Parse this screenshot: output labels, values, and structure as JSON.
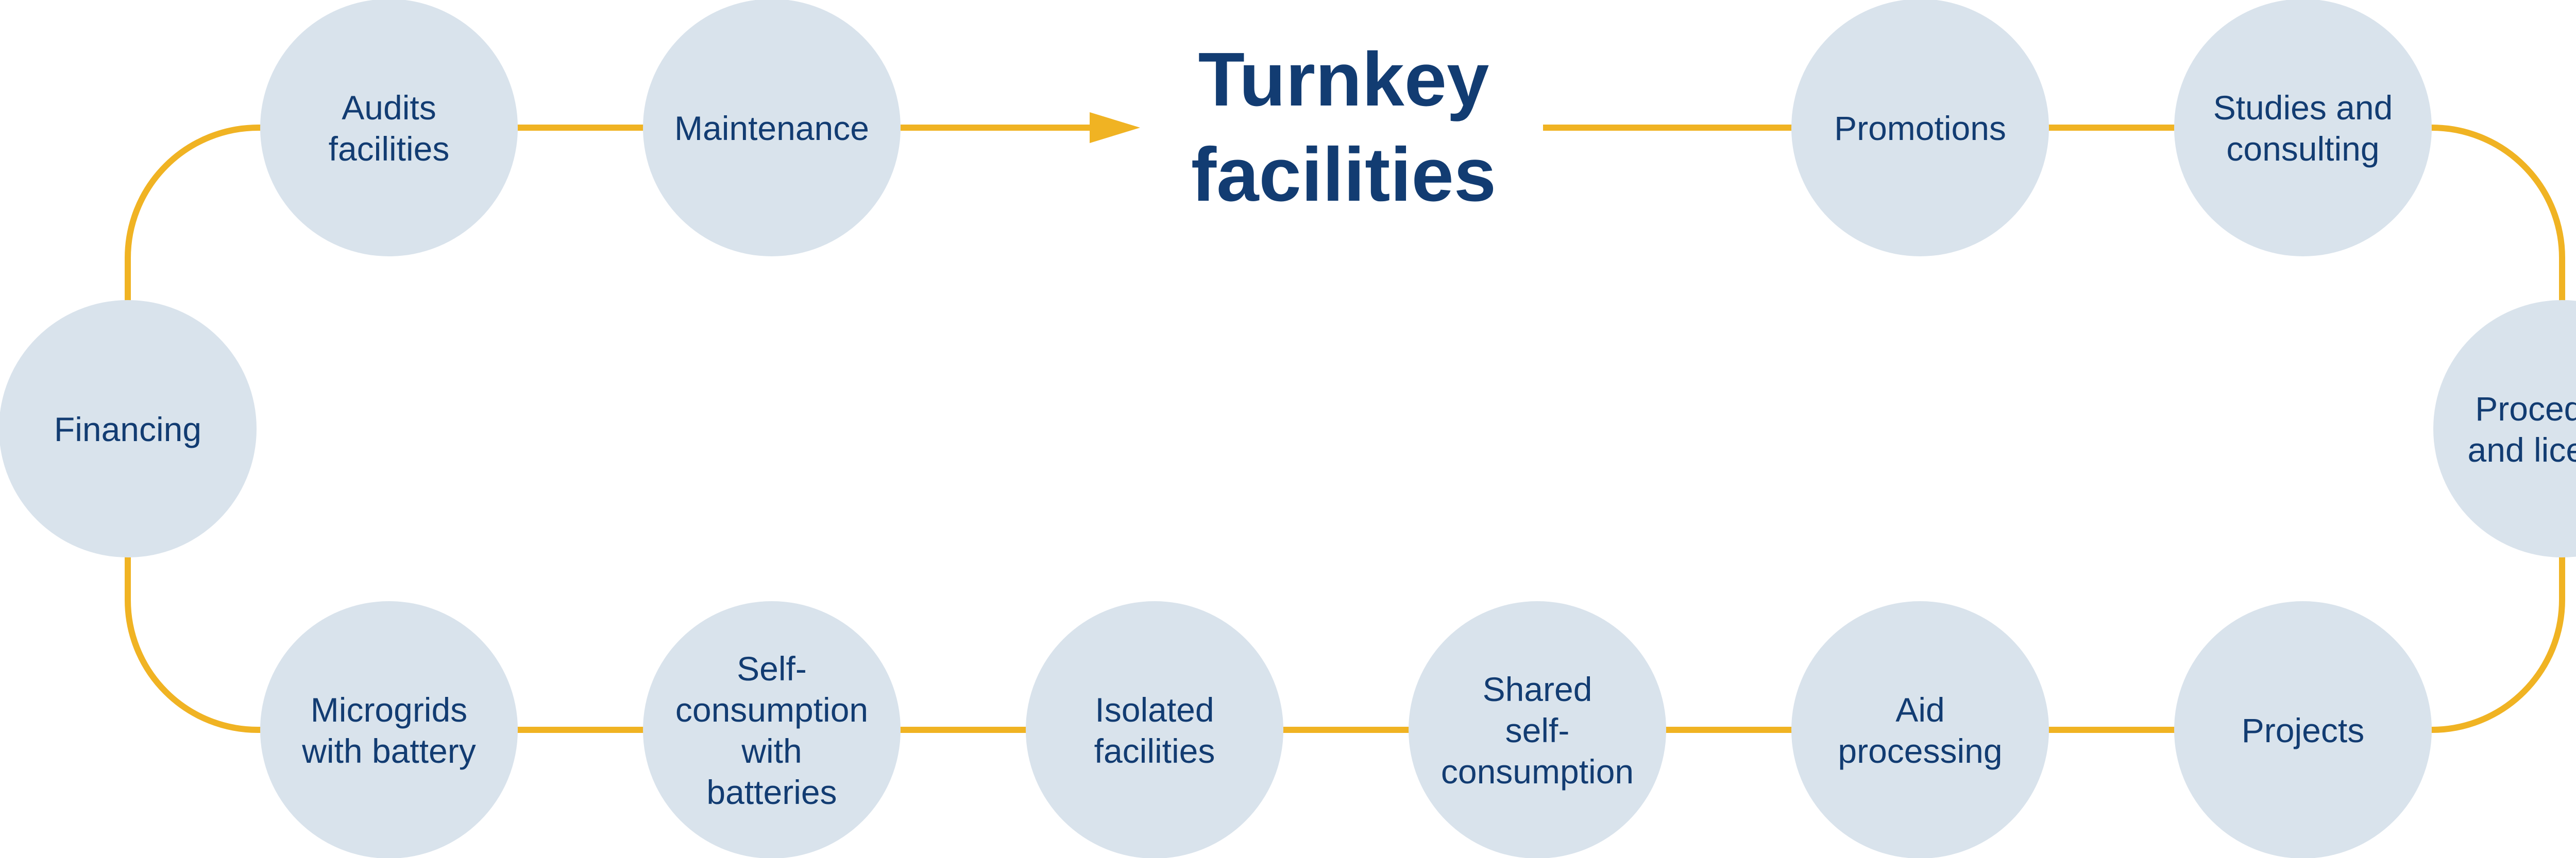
{
  "title": {
    "line1": "Turnkey",
    "line2": "facilities"
  },
  "colors": {
    "circle_fill": "#d9e3ec",
    "line": "#f0b323",
    "text": "#123c72",
    "background": "#ffffff"
  },
  "nodes": [
    {
      "id": "audits-facilities",
      "lines": [
        "Audits",
        "facilities"
      ]
    },
    {
      "id": "maintenance",
      "lines": [
        "Maintenance"
      ]
    },
    {
      "id": "promotions",
      "lines": [
        "Promotions"
      ]
    },
    {
      "id": "studies-and-consulting",
      "lines": [
        "Studies and",
        "consulting"
      ]
    },
    {
      "id": "financing",
      "lines": [
        "Financing"
      ]
    },
    {
      "id": "procedures-and-licenses",
      "lines": [
        "Procedures",
        "and licenses"
      ]
    },
    {
      "id": "microgrids-with-battery",
      "lines": [
        "Microgrids",
        "with battery"
      ]
    },
    {
      "id": "self-consumption-with-batteries",
      "lines": [
        "Self-",
        "consumption",
        "with",
        "batteries"
      ]
    },
    {
      "id": "isolated-facilities",
      "lines": [
        "Isolated",
        "facilities"
      ]
    },
    {
      "id": "shared-self-consumption",
      "lines": [
        "Shared",
        "self-",
        "consumption"
      ]
    },
    {
      "id": "aid-processing",
      "lines": [
        "Aid",
        "processing"
      ]
    },
    {
      "id": "projects",
      "lines": [
        "Projects"
      ]
    }
  ]
}
